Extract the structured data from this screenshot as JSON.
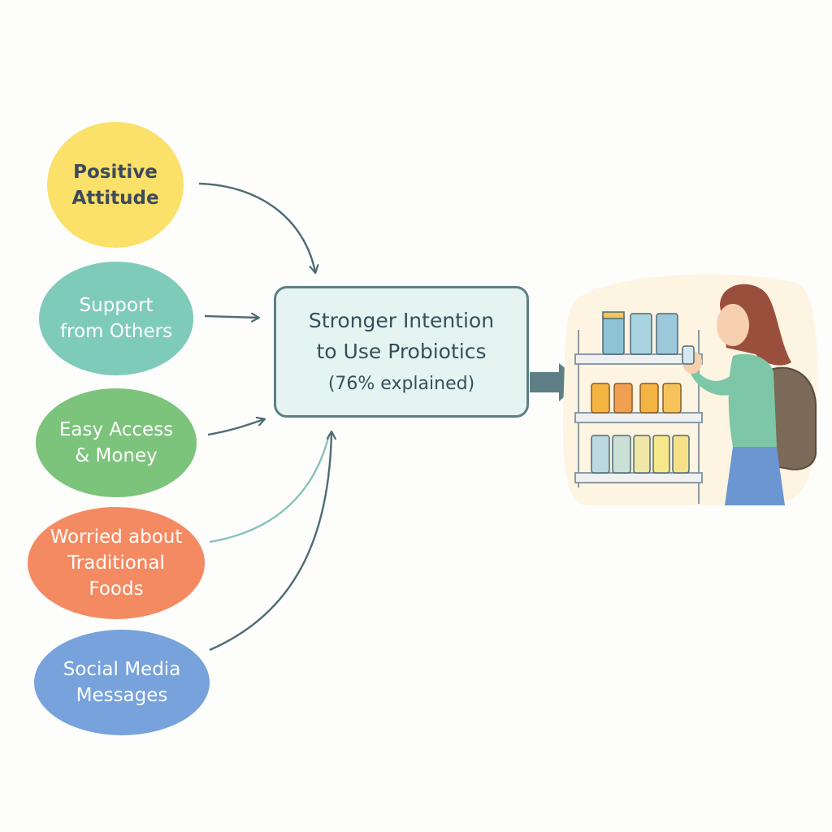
{
  "factors": [
    {
      "label": "Positive\nAttitude",
      "color": "#fbe06a"
    },
    {
      "label": "Support\nfrom Others",
      "color": "#7fcbba"
    },
    {
      "label": "Easy Access\n& Money",
      "color": "#7cc37b"
    },
    {
      "label": "Worried about\nTraditional\nFoods",
      "color": "#f48a62"
    },
    {
      "label": "Social Media\nMessages",
      "color": "#77a2dc"
    }
  ],
  "outcome": {
    "title": "Stronger Intention\nto Use Probiotics",
    "variance_explained": "(76% explained)",
    "border_color": "#5d7f85",
    "fill_color": "#e6f4f1"
  },
  "illustration": {
    "subject": "woman-shopping-probiotics-shelf"
  },
  "colors": {
    "arrow": "#4f6b74",
    "arrow_light": "#86c3b8"
  }
}
